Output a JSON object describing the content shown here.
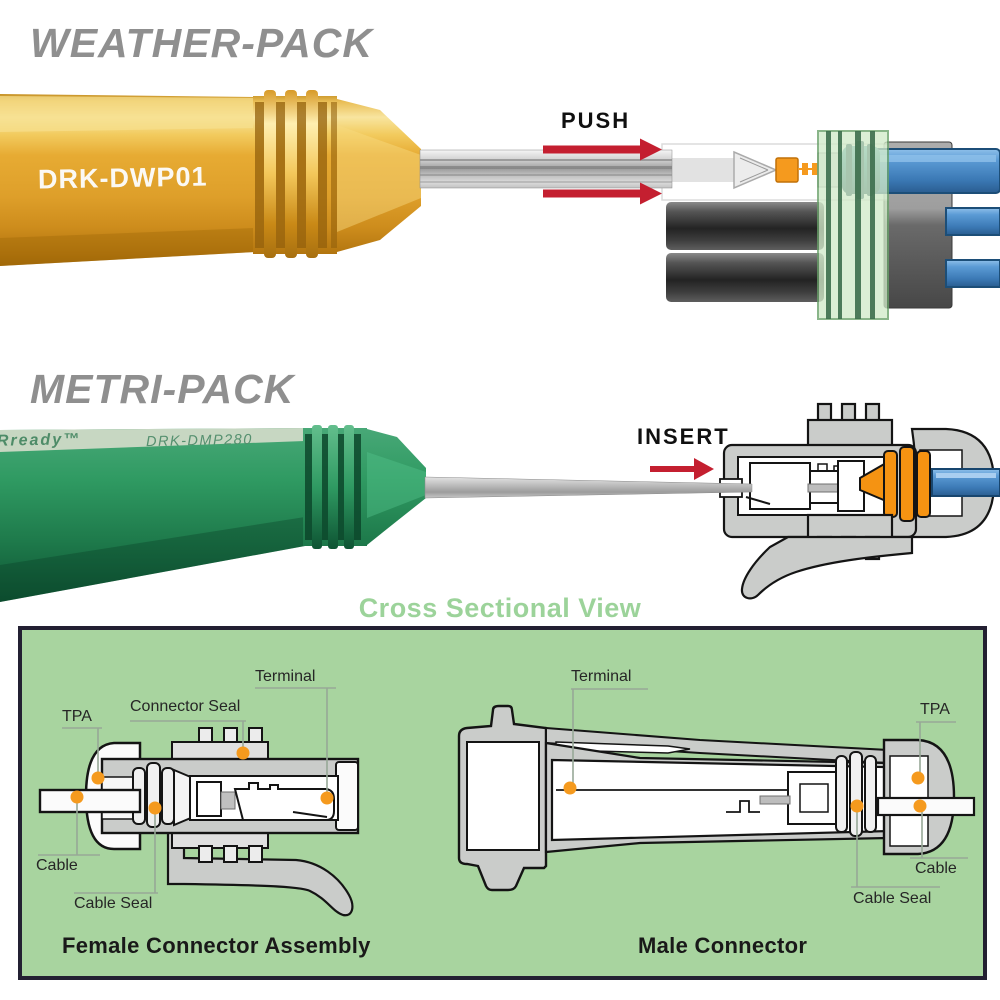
{
  "weather_pack": {
    "title": "WEATHER-PACK",
    "tool_engraving": "DRK-DWP01",
    "action_label": "PUSH"
  },
  "metri_pack": {
    "title": "METRI-PACK",
    "brand": "JRready™",
    "tool_engraving": "DRK-DMP280",
    "action_label": "INSERT"
  },
  "cross_section": {
    "heading": "Cross Sectional View",
    "female": {
      "caption": "Female Connector Assembly",
      "labels": {
        "tpa": "TPA",
        "connector_seal": "Connector Seal",
        "terminal": "Terminal",
        "cable": "Cable",
        "cable_seal": "Cable Seal"
      }
    },
    "male": {
      "caption": "Male Connector",
      "labels": {
        "terminal": "Terminal",
        "tpa": "TPA",
        "cable": "Cable",
        "cable_seal": "Cable Seal"
      }
    }
  },
  "colors": {
    "title_gray": "#8F8F8F",
    "heading_green": "#9CD39A",
    "panel_green": "#A8D49F",
    "panel_border": "#232032",
    "arrow_red": "#C41F30",
    "callout_orange": "#F59A1E",
    "tool_gold": "#E7AB33",
    "tool_green": "#2F9A62",
    "cable_blue": "#5B9BD5",
    "seal_teal": "#2E7D8E",
    "seal_orange": "#F59312",
    "diagram_gray": "#CACCCA"
  }
}
